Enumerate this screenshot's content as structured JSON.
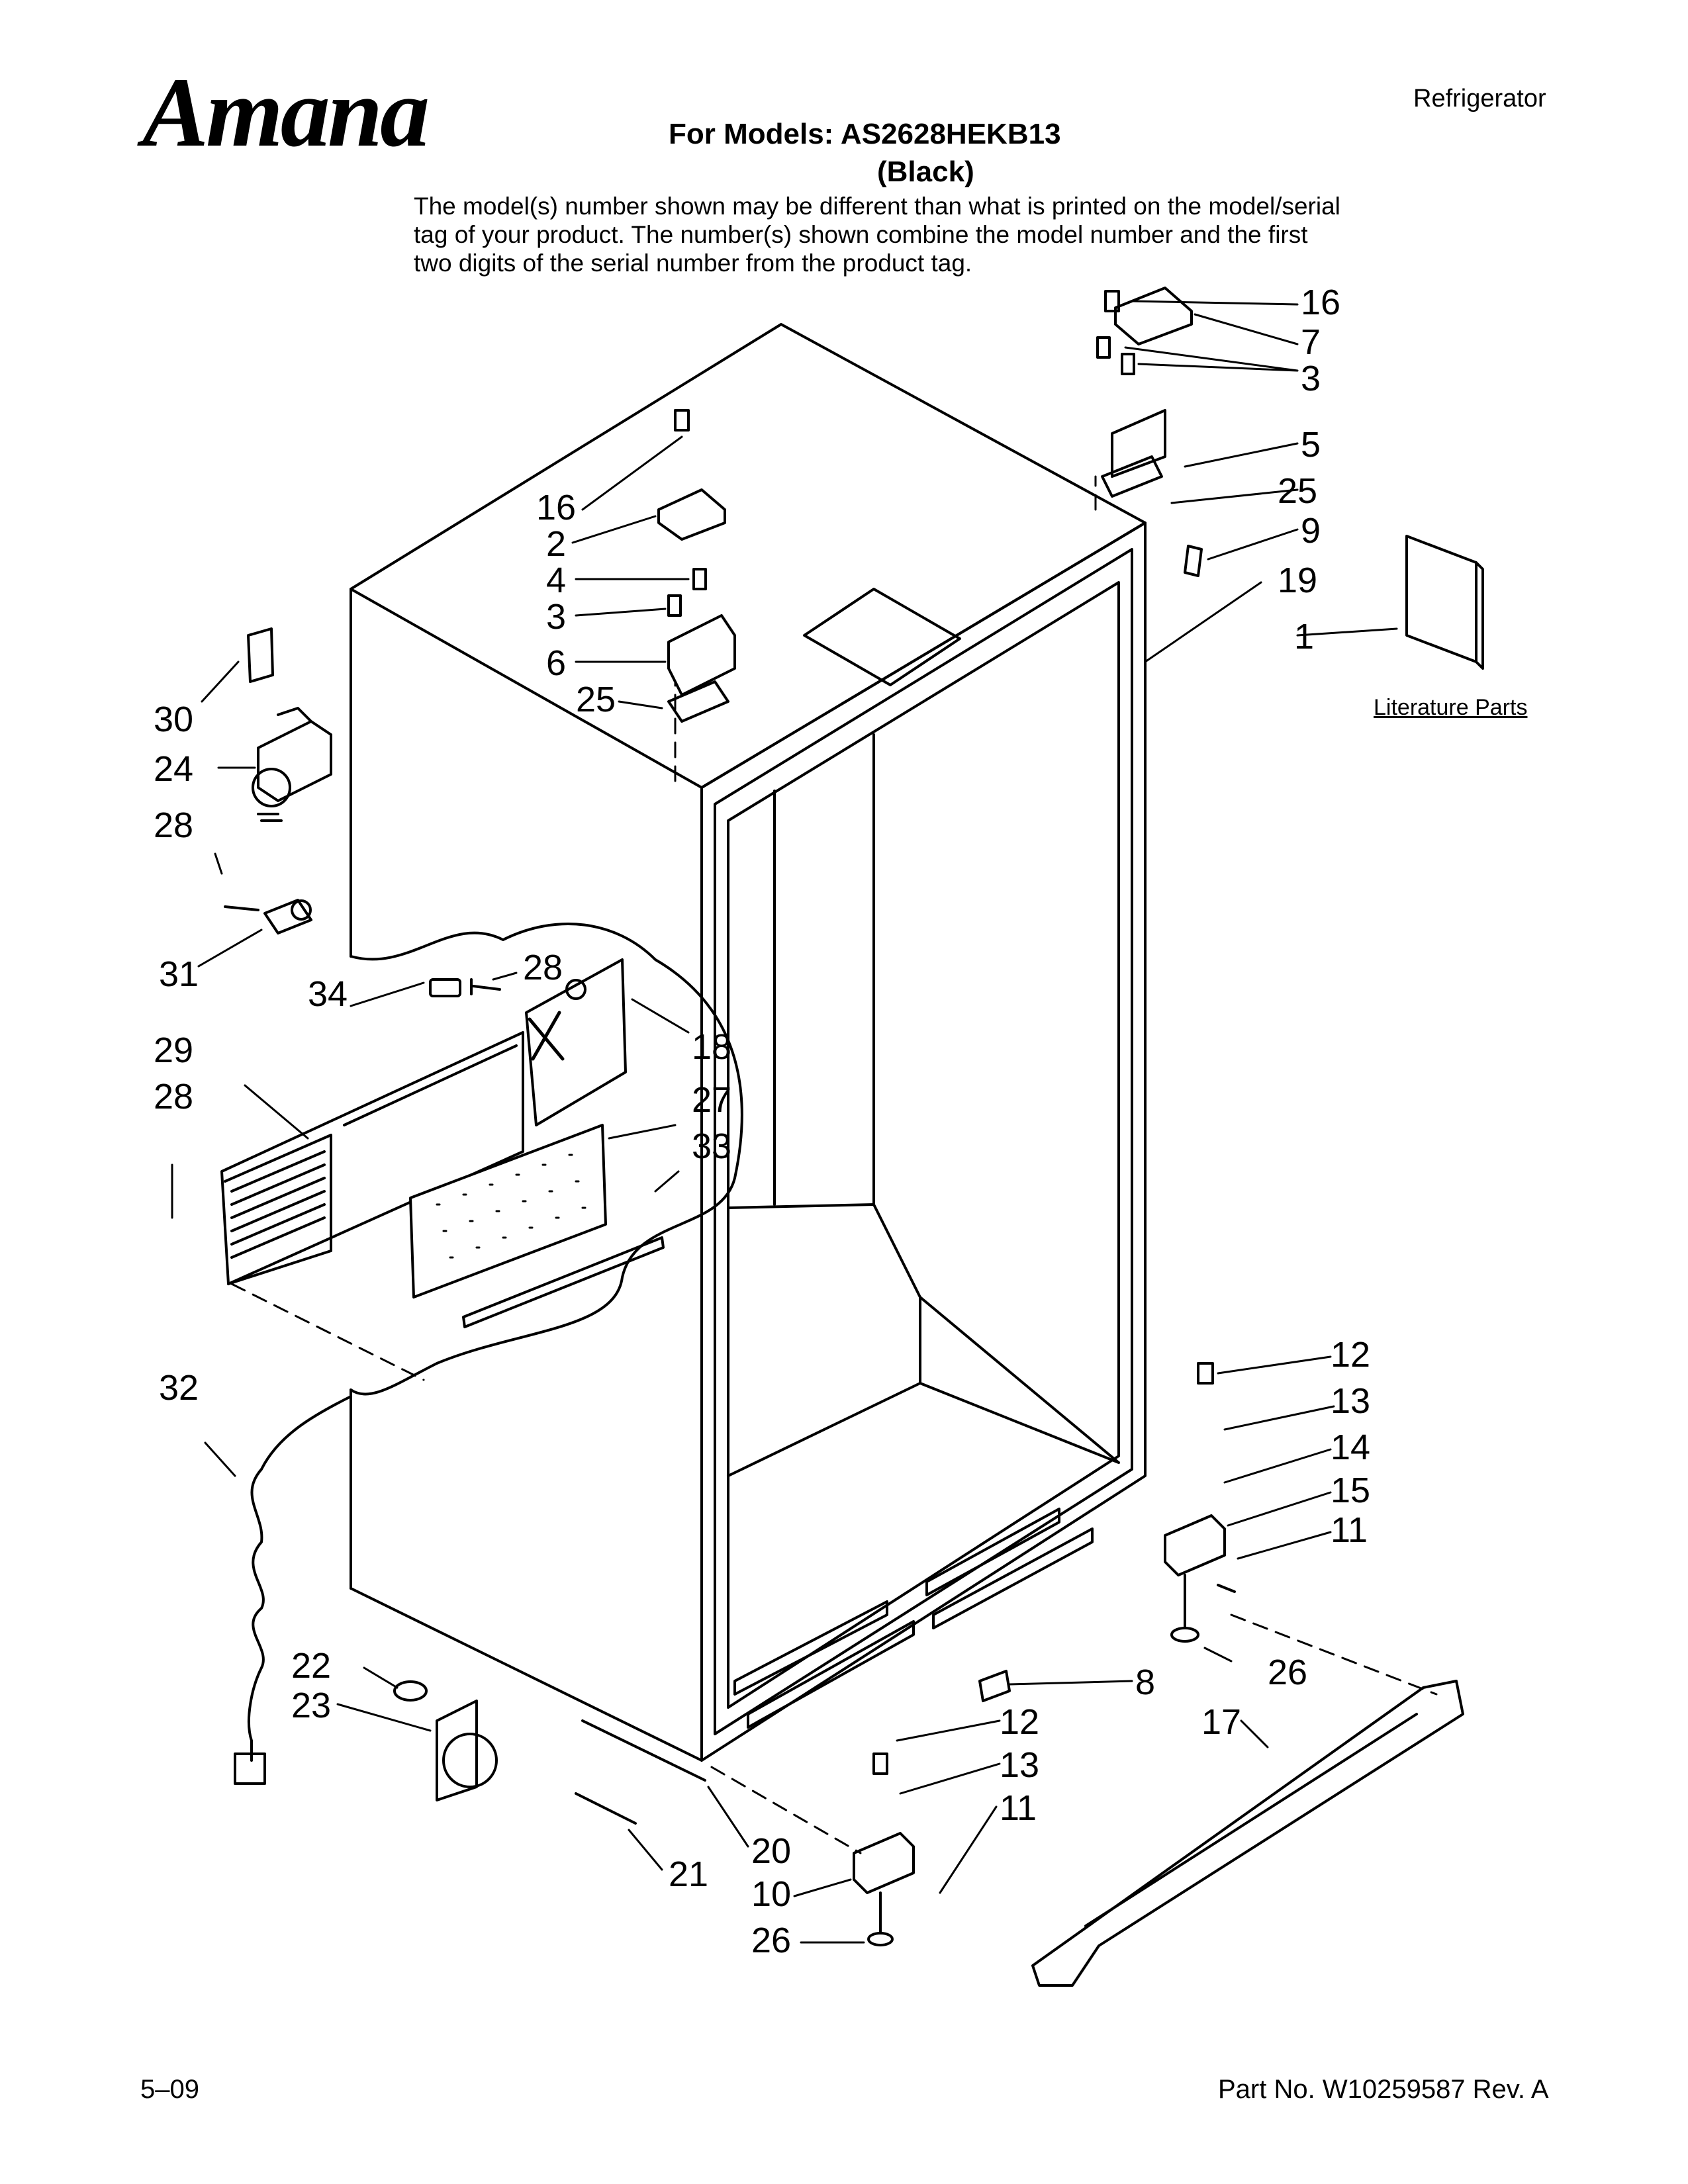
{
  "header": {
    "brand": "Amana",
    "doc_type": "Refrigerator",
    "models_line": "For Models: AS2628HEKB13",
    "color_line": "(Black)",
    "note": "The model(s) number shown may be different than what is printed on the model/serial tag of your product. The number(s) shown combine the model number and the first two digits of the serial number from the product tag."
  },
  "literature_label": "Literature Parts",
  "callouts": {
    "c16a": "16",
    "c7": "7",
    "c3a": "3",
    "c5": "5",
    "c25a": "25",
    "c9": "9",
    "c19": "19",
    "c1": "1",
    "c16b": "16",
    "c2": "2",
    "c4": "4",
    "c3b": "3",
    "c6": "6",
    "c25b": "25",
    "c30": "30",
    "c24": "24",
    "c28a": "28",
    "c31": "31",
    "c28b": "28",
    "c34": "34",
    "c18": "18",
    "c29": "29",
    "c28c": "28",
    "c27": "27",
    "c33": "33",
    "c32": "32",
    "c12a": "12",
    "c13a": "13",
    "c14": "14",
    "c15": "15",
    "c11a": "11",
    "c26a": "26",
    "c8": "8",
    "c17": "17",
    "c22": "22",
    "c23": "23",
    "c12b": "12",
    "c13b": "13",
    "c11b": "11",
    "c20": "20",
    "c10": "10",
    "c21": "21",
    "c26b": "26"
  },
  "footer": {
    "date": "5–09",
    "part_number": "Part No. W10259587 Rev. A"
  }
}
